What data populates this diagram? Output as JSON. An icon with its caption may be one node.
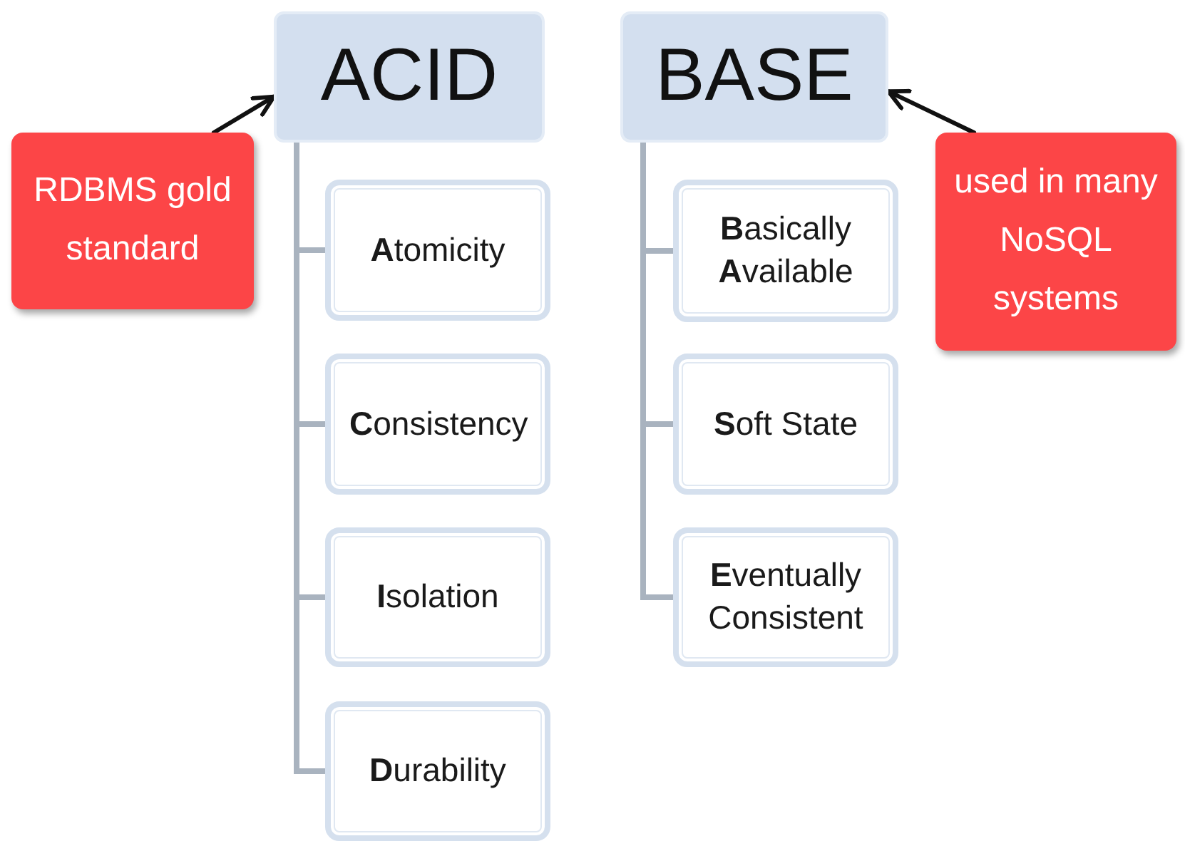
{
  "diagram": {
    "nodes": [
      {
        "text": [
          "RDBMS gold standard"
        ]
      },
      {
        "text": [
          "ACID"
        ]
      },
      {
        "text": [
          "**A**tomicity"
        ]
      },
      {
        "text": [
          "**C**onsistency"
        ]
      },
      {
        "text": [
          "**I**solation"
        ]
      },
      {
        "text": [
          "**D**urability"
        ]
      },
      {
        "text": [
          "BASE"
        ]
      },
      {
        "text": [
          "**B**asically **A**vailable"
        ]
      },
      {
        "text": [
          "**S**oft State"
        ]
      },
      {
        "text": [
          "**E**ventually Consistent"
        ]
      },
      {
        "text": [
          "used in many NoSQL systems"
        ]
      }
    ],
    "edges": [
      {
        "from": 0,
        "to": 1,
        "arrow": "to",
        "color": "#111111"
      },
      {
        "from": 1,
        "to": 2,
        "arrow": "none"
      },
      {
        "from": 1,
        "to": 3,
        "arrow": "none"
      },
      {
        "from": 1,
        "to": 4,
        "arrow": "none"
      },
      {
        "from": 1,
        "to": 5,
        "arrow": "none"
      },
      {
        "from": 6,
        "to": 7,
        "arrow": "none"
      },
      {
        "from": 6,
        "to": 8,
        "arrow": "none"
      },
      {
        "from": 6,
        "to": 9,
        "arrow": "none"
      },
      {
        "from": 10,
        "to": 6,
        "arrow": "to",
        "color": "#111111"
      }
    ]
  }
}
